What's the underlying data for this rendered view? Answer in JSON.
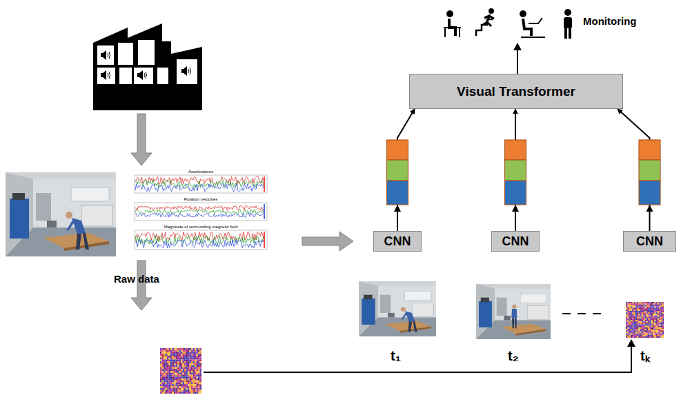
{
  "diagram": {
    "nodes": [
      {
        "text": [
          "Visual Transformer"
        ]
      },
      {
        "text": [
          "CNN"
        ]
      },
      {
        "text": [
          "CNN"
        ]
      },
      {
        "text": [
          "CNN"
        ]
      }
    ],
    "edges": [
      {
        "from": 1,
        "to": 0,
        "arrow": "to"
      },
      {
        "from": 2,
        "to": 0,
        "arrow": "to"
      },
      {
        "from": 3,
        "to": 0,
        "arrow": "to"
      }
    ],
    "labels": [
      "Monitoring",
      "Raw data",
      "Accelerations",
      "Rotation velocities",
      "Magnitude of surrounding magnetic field",
      "t₁",
      "t₂",
      "tₖ"
    ]
  }
}
